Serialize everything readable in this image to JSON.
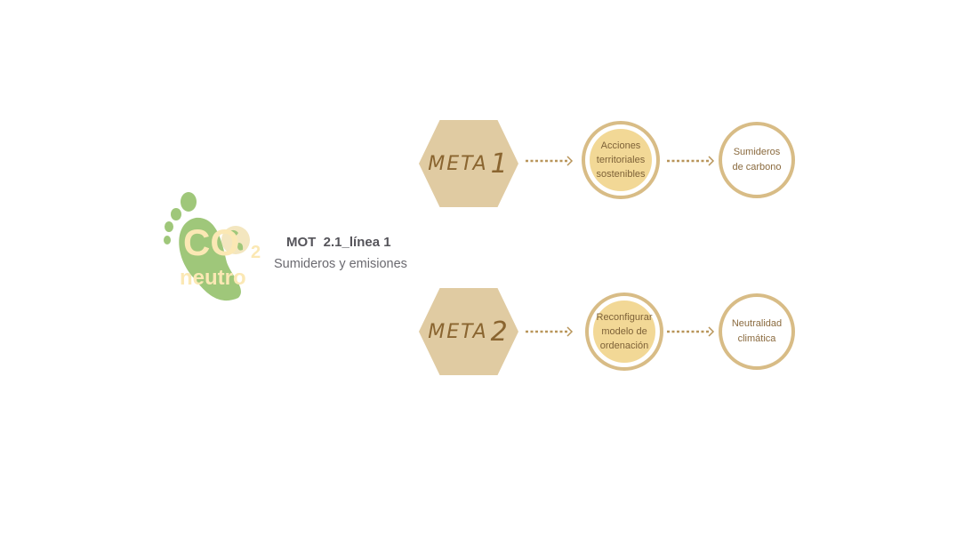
{
  "logo": {
    "text_co": "CO",
    "text_2": "2",
    "text_neutro": "neutro",
    "colors": {
      "foot": "#9fc77a",
      "text": "#fbe8b4"
    }
  },
  "header": {
    "title": "MOT  2.1_línea 1",
    "subtitle": "Sumideros y emisiones"
  },
  "rows": [
    {
      "meta_label": "META",
      "meta_number": "1",
      "step": "Acciones territoriales sostenibles",
      "result": "Sumideros de carbono"
    },
    {
      "meta_label": "META",
      "meta_number": "2",
      "step": "Reconfigurar modelo de ordenación",
      "result": "Neutralidad climática"
    }
  ],
  "colors": {
    "hex": "#e0cba2",
    "ring": "#d8bc86",
    "fill": "#f2d896",
    "arrow": "#b8955a"
  }
}
